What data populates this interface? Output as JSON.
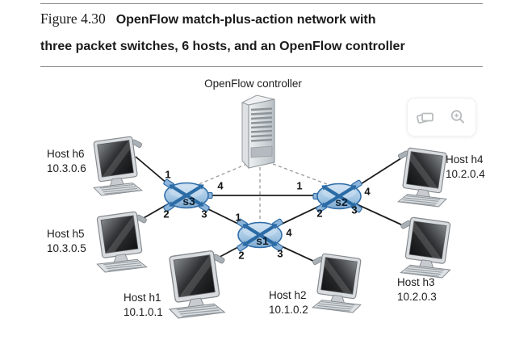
{
  "figure": {
    "label": "Figure 4.30",
    "title_line1": "OpenFlow match-plus-action network with",
    "title_line2": "three packet switches, 6 hosts, and an OpenFlow controller"
  },
  "controller": {
    "label": "OpenFlow controller"
  },
  "switches": [
    {
      "id": "s3",
      "label": "s3",
      "ports": {
        "p1": "1",
        "p2": "2",
        "p3": "3",
        "p4": "4"
      }
    },
    {
      "id": "s2",
      "label": "s2",
      "ports": {
        "p1": "1",
        "p2": "2",
        "p3": "3",
        "p4": "4"
      }
    },
    {
      "id": "s1",
      "label": "s1",
      "ports": {
        "p1": "1",
        "p2": "2",
        "p3": "3",
        "p4": "4"
      }
    }
  ],
  "hosts": [
    {
      "id": "h6",
      "name": "Host h6",
      "ip": "10.3.0.6"
    },
    {
      "id": "h5",
      "name": "Host h5",
      "ip": "10.3.0.5"
    },
    {
      "id": "h4",
      "name": "Host h4",
      "ip": "10.2.0.4"
    },
    {
      "id": "h3",
      "name": "Host h3",
      "ip": "10.2.0.3"
    },
    {
      "id": "h1",
      "name": "Host h1",
      "ip": "10.1.0.1"
    },
    {
      "id": "h2",
      "name": "Host h2",
      "ip": "10.1.0.2"
    }
  ],
  "links": [
    {
      "from": "h6",
      "to": "s3",
      "to_port": "1",
      "type": "data"
    },
    {
      "from": "h5",
      "to": "s3",
      "to_port": "2",
      "type": "data"
    },
    {
      "from": "s3",
      "to": "s2",
      "from_port": "4",
      "to_port": "1",
      "type": "data"
    },
    {
      "from": "s3",
      "to": "s1",
      "from_port": "3",
      "to_port": "1",
      "type": "data"
    },
    {
      "from": "s1",
      "to": "s2",
      "from_port": "4",
      "to_port": "2",
      "type": "data"
    },
    {
      "from": "s2",
      "to": "h4",
      "from_port": "4",
      "type": "data"
    },
    {
      "from": "s2",
      "to": "h3",
      "from_port": "3",
      "type": "data"
    },
    {
      "from": "s1",
      "to": "h1",
      "from_port": "2",
      "type": "data"
    },
    {
      "from": "s1",
      "to": "h2",
      "from_port": "3",
      "type": "data"
    },
    {
      "from": "controller",
      "to": "s3",
      "type": "control"
    },
    {
      "from": "controller",
      "to": "s1",
      "type": "control"
    },
    {
      "from": "controller",
      "to": "s2",
      "type": "control"
    }
  ],
  "viewer": {
    "tools": [
      {
        "icon": "copy-icon"
      },
      {
        "icon": "zoom-in-icon"
      }
    ]
  },
  "colors": {
    "switch_fill": "#a5c8e5",
    "switch_border": "#2f6da8",
    "switch_arrow": "#2a6ba6",
    "data_link": "#1c1c1c",
    "control_link": "#9a9a9a",
    "text": "#1d1d1f"
  }
}
